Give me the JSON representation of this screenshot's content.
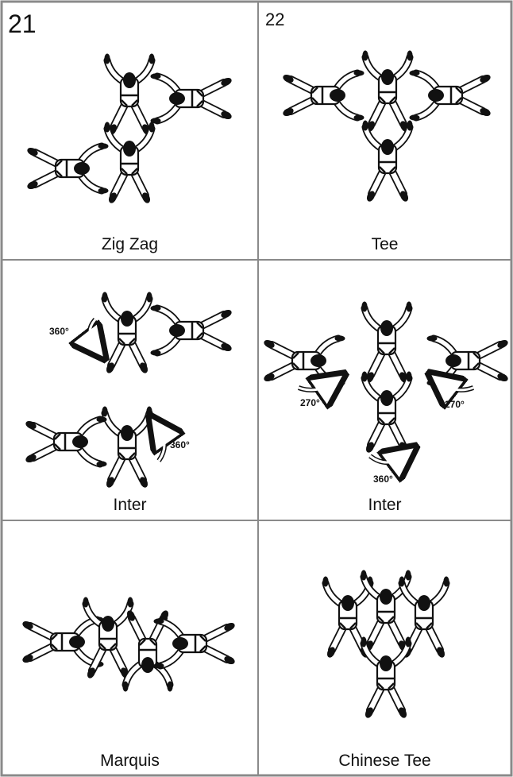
{
  "cells": [
    {
      "number": "21",
      "caption": "Zig Zag"
    },
    {
      "number": "22",
      "caption": "Tee"
    },
    {
      "caption": "Inter",
      "rotations": [
        "360°",
        "360°"
      ]
    },
    {
      "caption": "Inter",
      "rotations": [
        "270°",
        "270°",
        "360°"
      ]
    },
    {
      "caption": "Marquis"
    },
    {
      "caption": "Chinese Tee"
    }
  ],
  "colors": {
    "ink": "#111111",
    "grid": "#8a8a8a",
    "body": "#ffffff"
  }
}
